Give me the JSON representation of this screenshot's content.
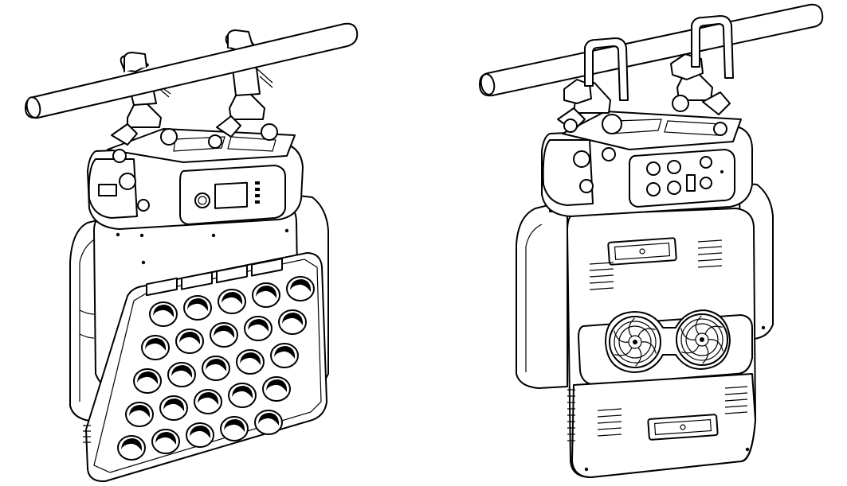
{
  "figure": {
    "colors": {
      "line": "#000000",
      "fill": "#ffffff",
      "background": "#ffffff"
    },
    "views": [
      {
        "id": "front",
        "lens_rows": 5,
        "lens_cols": 5
      },
      {
        "id": "rear",
        "fan_count": 2
      }
    ]
  }
}
